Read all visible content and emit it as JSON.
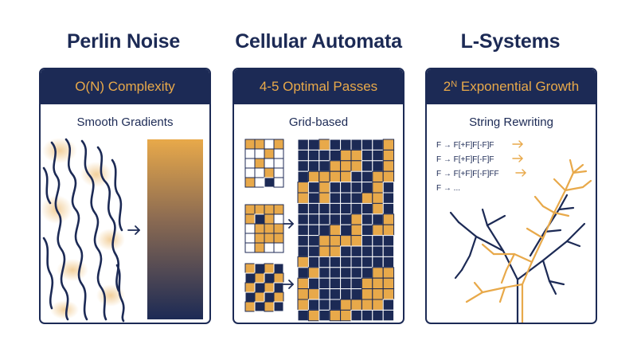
{
  "columns": [
    {
      "title": "Perlin Noise",
      "header": "O(N) Complexity",
      "subtitle": "Smooth Gradients"
    },
    {
      "title": "Cellular Automata",
      "header": "4-5 Optimal Passes",
      "subtitle": "Grid-based"
    },
    {
      "title": "L-Systems",
      "header_base": "2",
      "header_sup": "N",
      "header_rest": " Exponential Growth",
      "subtitle": "String Rewriting",
      "rules": [
        "F → F[+F]F[-F]F",
        "F → F[+F]F[-F]F",
        "F → F[+F]F[-F]FF",
        "F → ..."
      ]
    }
  ],
  "colors": {
    "navy": "#1c2a55",
    "gold": "#e8a94a"
  },
  "icons": {
    "arrow": "right-arrow-icon"
  }
}
